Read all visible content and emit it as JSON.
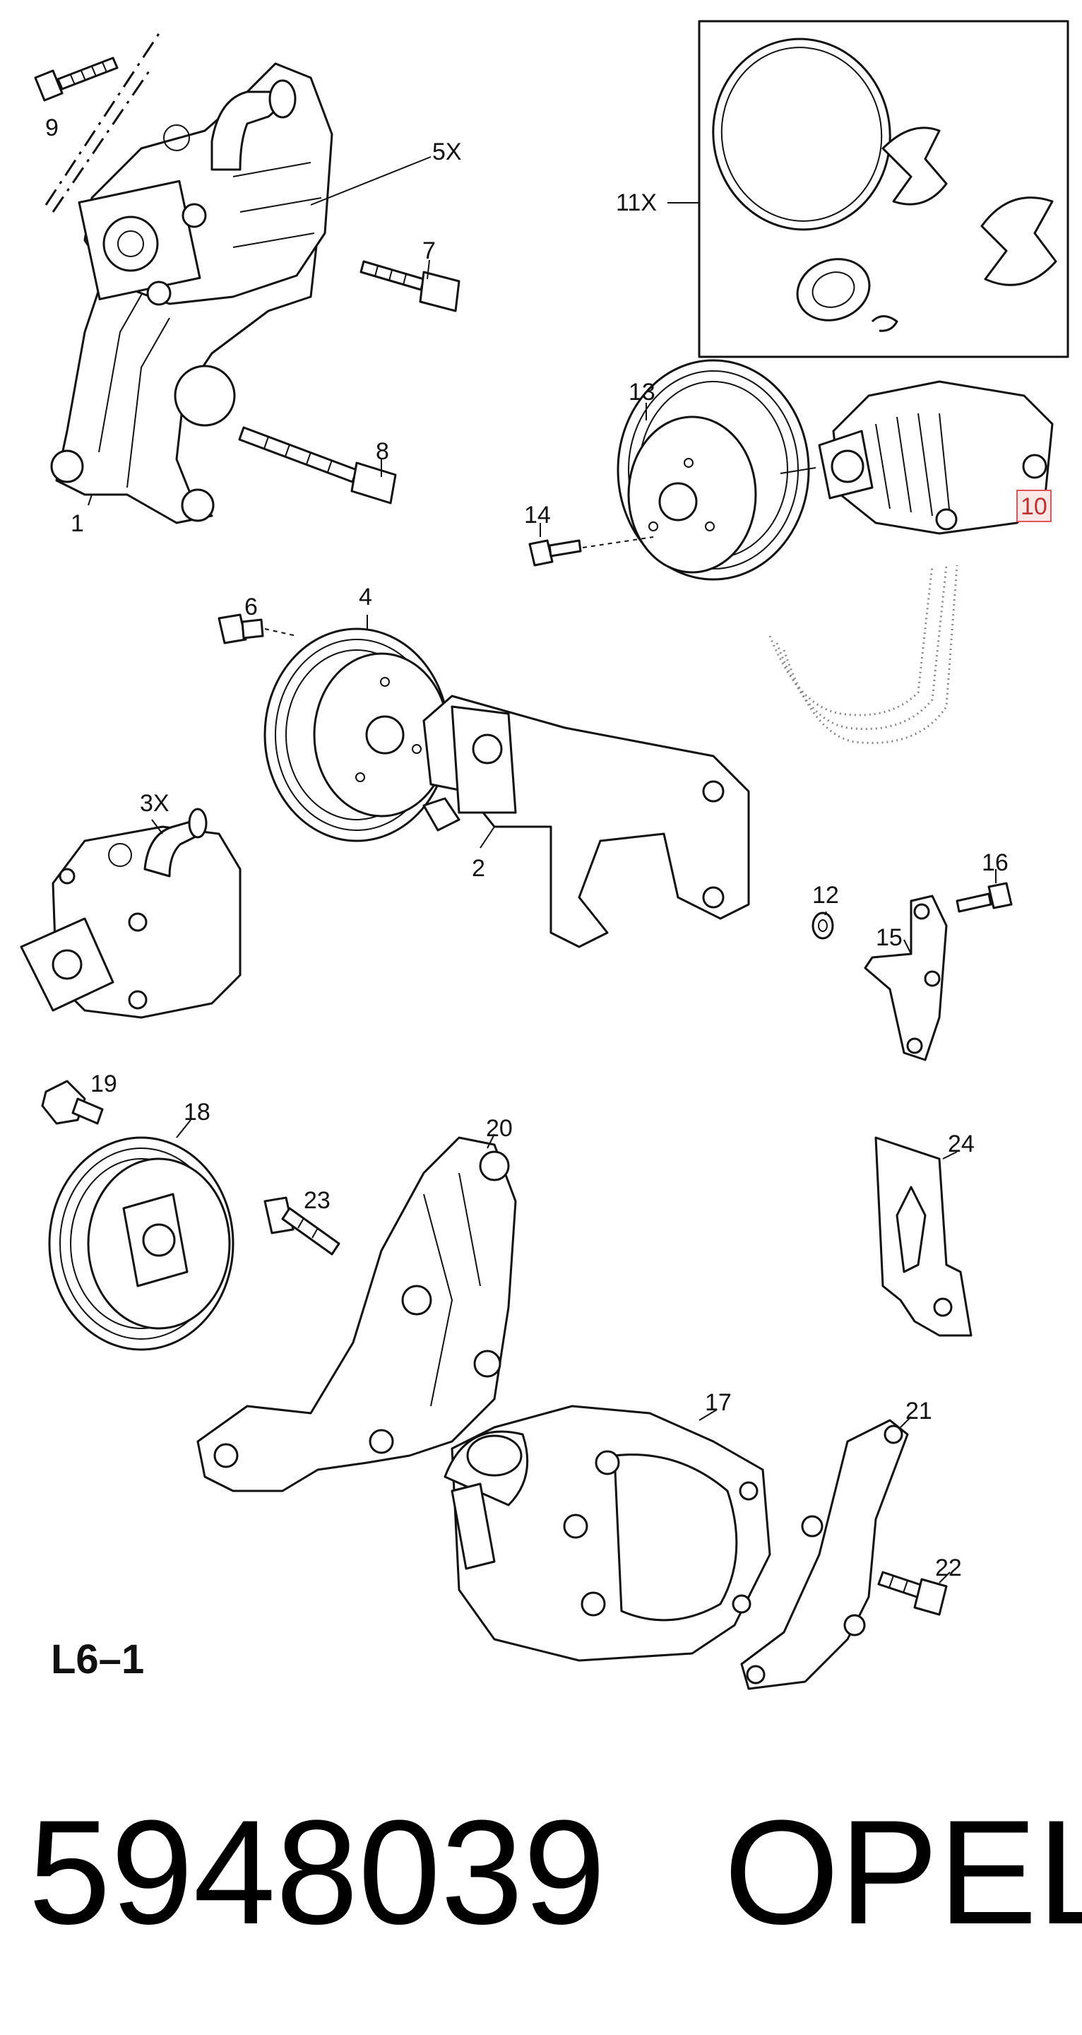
{
  "sheet_label": "L6–1",
  "part_number": "5948039",
  "brand": "OPEL",
  "highlighted_callout": "10",
  "callouts": {
    "c1": "1",
    "c2": "2",
    "c3x": "3X",
    "c4": "4",
    "c5x": "5X",
    "c6": "6",
    "c7": "7",
    "c8": "8",
    "c9": "9",
    "c10": "10",
    "c11x": "11X",
    "c12": "12",
    "c13": "13",
    "c14": "14",
    "c15": "15",
    "c16": "16",
    "c17": "17",
    "c18": "18",
    "c19": "19",
    "c20": "20",
    "c21": "21",
    "c22": "22",
    "c23": "23",
    "c24": "24"
  }
}
